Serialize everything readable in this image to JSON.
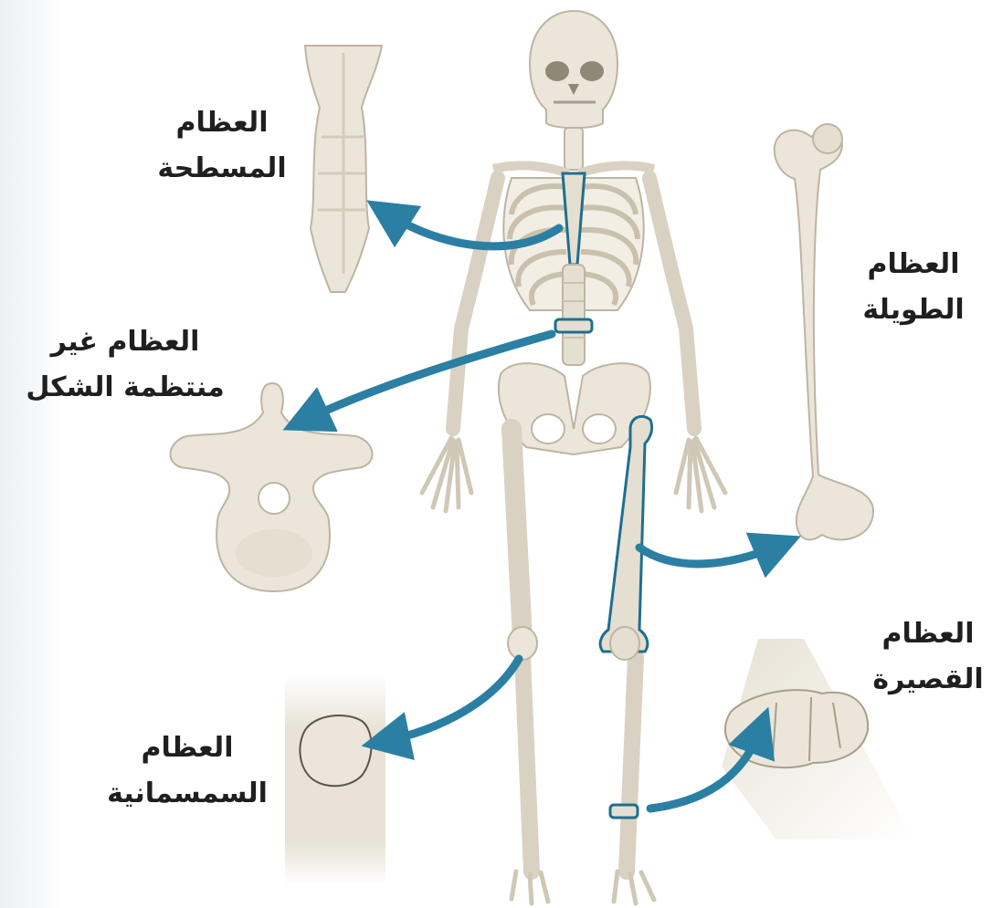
{
  "labels": {
    "flat": {
      "line1": "العظام",
      "line2": "المسطحة"
    },
    "long": {
      "line1": "العظام",
      "line2": "الطويلة"
    },
    "irregular": {
      "line1": "العظام غير",
      "line2": "منتظمة الشكل"
    },
    "short": {
      "line1": "العظام",
      "line2": "القصيرة"
    },
    "sesamoid": {
      "line1": "العظام",
      "line2": "السمسمانية"
    }
  },
  "colors": {
    "bone_fill": "#ebe6d9",
    "bone_shade": "#d9d2c2",
    "bone_outline": "#bdb5a3",
    "highlight": "#1e6f8f",
    "arrow": "#2b7fa3",
    "label_text": "#1f1f1f"
  }
}
